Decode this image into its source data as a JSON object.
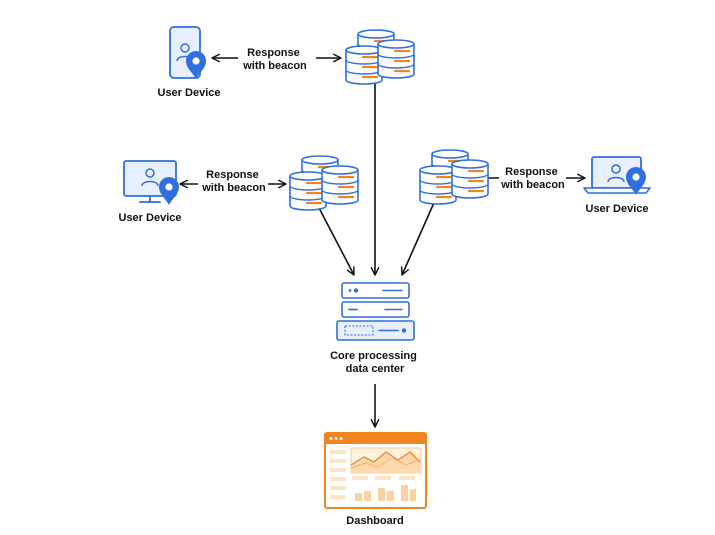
{
  "colors": {
    "blue": "#2f6fe0",
    "blue_fill": "#e9f0fd",
    "orange": "#f0851e",
    "orange_light": "#fbe3c5",
    "line": "#111111"
  },
  "nodes": {
    "device_top": {
      "label": "User Device",
      "icon": "mobile-phone-icon"
    },
    "device_left": {
      "label": "User Device",
      "icon": "desktop-monitor-icon"
    },
    "device_right": {
      "label": "User Device",
      "icon": "laptop-icon"
    },
    "edge_top": {
      "icon": "database-stack-icon"
    },
    "edge_left": {
      "icon": "database-stack-icon"
    },
    "edge_right": {
      "icon": "database-stack-icon"
    },
    "core": {
      "label_line1": "Core processing",
      "label_line2": "data center",
      "icon": "server-rack-icon"
    },
    "dashboard": {
      "label": "Dashboard",
      "icon": "dashboard-chart-icon"
    }
  },
  "edges": {
    "response_top": {
      "line1": "Response",
      "line2": "with beacon"
    },
    "response_left": {
      "line1": "Response",
      "line2": "with beacon"
    },
    "response_right": {
      "line1": "Response",
      "line2": "with beacon"
    }
  }
}
